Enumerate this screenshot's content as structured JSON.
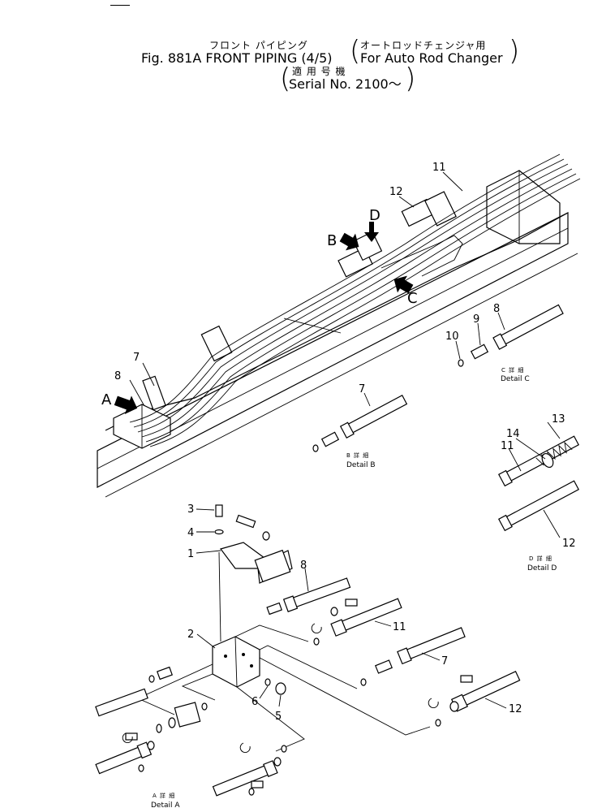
{
  "header": {
    "title_jp": "フロント パイピング",
    "title_en": "Fig. 881A  FRONT  PIPING (4/5)",
    "variant_jp": "オートロッドチェンジャ用",
    "variant_en": "For  Auto  Rod  Changer",
    "serial_jp": "適 用 号 機",
    "serial_en": "Serial  No. 2100～"
  },
  "callouts": {
    "c1": "1",
    "c2": "2",
    "c3": "3",
    "c4": "4",
    "c5": "5",
    "c6": "6",
    "c7a": "7",
    "c7b": "7",
    "c7c": "7",
    "c8a": "8",
    "c8b": "8",
    "c8c": "8",
    "c9": "9",
    "c10": "10",
    "c11a": "11",
    "c11b": "11",
    "c11c": "11",
    "c12a": "12",
    "c12b": "12",
    "c12c": "12",
    "c13": "13",
    "c14": "14"
  },
  "view_markers": {
    "a": "A",
    "b": "B",
    "c": "C",
    "d": "D"
  },
  "details": {
    "a": {
      "jp": "A 詳 細",
      "en": "Detail  A"
    },
    "b": {
      "jp": "B 詳 細",
      "en": "Detail  B"
    },
    "c": {
      "jp": "C 詳 細",
      "en": "Detail  C"
    },
    "d": {
      "jp": "D 詳 細",
      "en": "Detail  D"
    }
  }
}
